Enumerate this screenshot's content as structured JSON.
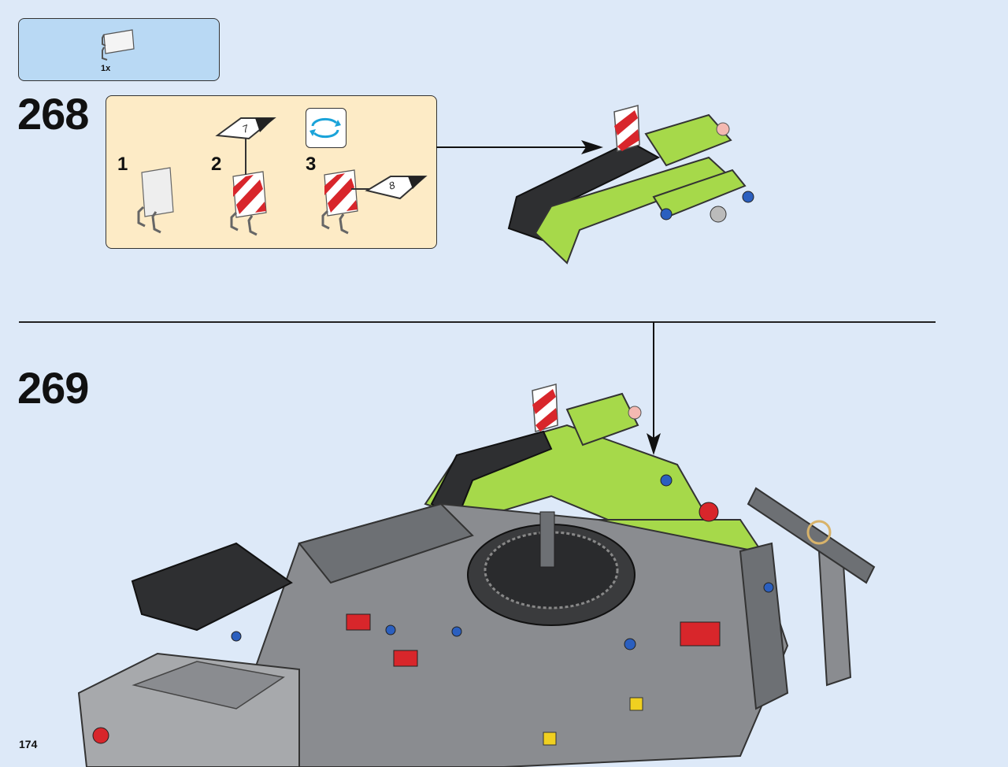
{
  "parts_callout": {
    "quantity": "1x",
    "part_icon": "white-flag-plate-icon"
  },
  "step_268": {
    "number": "268",
    "substeps": [
      {
        "label": "1",
        "icon": "white-flag-icon"
      },
      {
        "label": "2",
        "icon": "sticker-applied-flag-icon",
        "sticker_number": "7"
      },
      {
        "label": "3",
        "icon": "sticker-applied-flag-icon",
        "sticker_number": "8"
      }
    ],
    "rotate_icon": "rotate-arrows-icon"
  },
  "step_269": {
    "number": "269"
  },
  "page": {
    "number": "174"
  },
  "colors": {
    "background": "#dde9f8",
    "parts_box": "#b9d9f4",
    "substep_box": "#fdebc6",
    "lime": "#a6d94a",
    "dark_gray": "#5b5e62",
    "black_beam": "#2e2f31",
    "red": "#d8262b",
    "blue": "#2b5fbf"
  }
}
